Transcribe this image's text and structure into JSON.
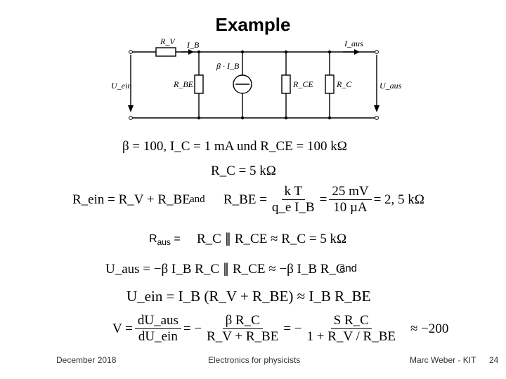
{
  "title": "Example",
  "circuit": {
    "labels": {
      "rv": "R_V",
      "ib": "I_B",
      "beta_ib": "β · I_B",
      "iaus": "I_aus",
      "uein": "U_ein",
      "rbe": "R_BE",
      "rce": "R_CE",
      "rc": "R_C",
      "uaus": "U_aus"
    }
  },
  "equations": {
    "eq1": "β = 100, I_C = 1 mA und R_CE = 100 kΩ",
    "eq2": "R_C = 5 kΩ",
    "eq3_left": "R_ein = R_V + R_BE",
    "and1": "and",
    "eq3_right_lhs": "R_BE =",
    "eq3_f1_num": "k T",
    "eq3_f1_den": "q_e I_B",
    "eq3_eq": "=",
    "eq3_f2_num": "25  mV",
    "eq3_f2_den": "10  µA",
    "eq3_result": "= 2, 5 kΩ",
    "raus_label": "R",
    "raus_sub": "aus",
    "raus_eq": "=",
    "raus_expr": "R_C ∥ R_CE ≈ R_C = 5 kΩ",
    "uaus_expr": "U_aus = −β I_B  R_C ∥ R_CE ≈ −β I_B  R_C",
    "and2": "and",
    "uein_expr": "U_ein = I_B (R_V + R_BE) ≈ I_B R_BE",
    "v_lhs": "V =",
    "v_f1_num": "dU_aus",
    "v_f1_den": "dU_ein",
    "v_eq1": "= −",
    "v_f2_num": "β R_C",
    "v_f2_den": "R_V + R_BE",
    "v_eq2": "= −",
    "v_f3_num": "S R_C",
    "v_f3_den": "1 + R_V / R_BE",
    "v_result": "≈ −200"
  },
  "footer": {
    "date": "December 2018",
    "course": "Electronics for physicists",
    "author": "Marc Weber - KIT",
    "page": "24"
  }
}
